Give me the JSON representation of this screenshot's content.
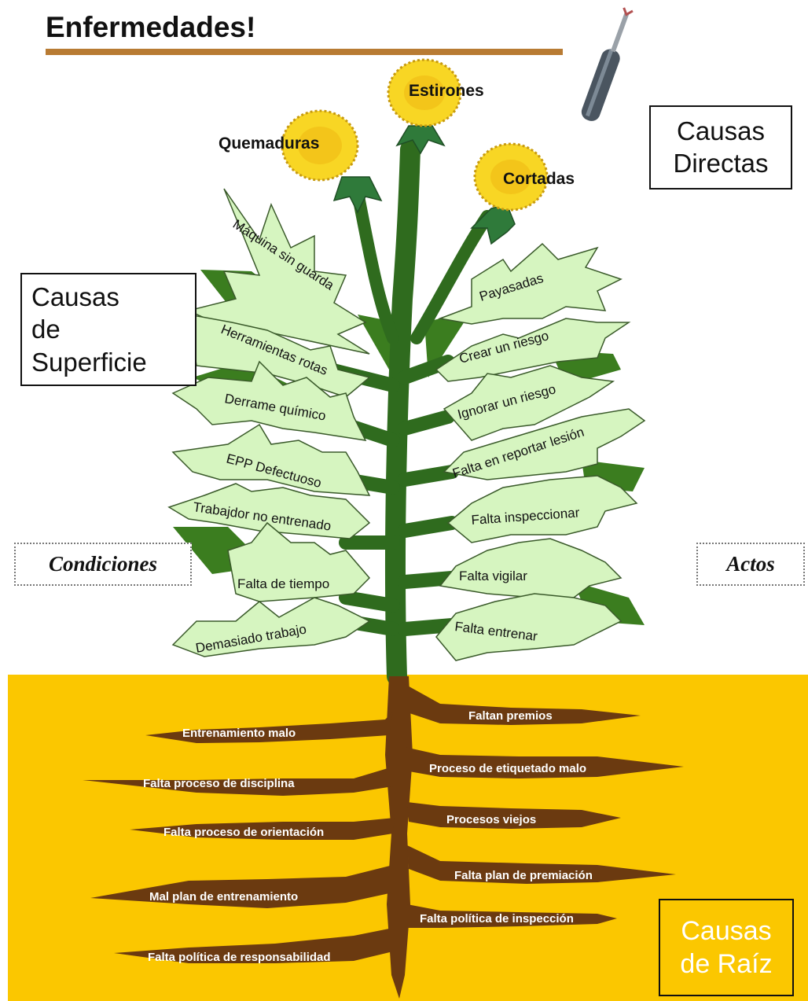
{
  "title_line": "Enfermedades!",
  "boxes": {
    "directas": [
      "Causas",
      "Directas"
    ],
    "superficie": [
      "Causas",
      "de",
      "Superficie"
    ],
    "raiz": [
      "Causas",
      "de Raíz"
    ]
  },
  "side_labels": {
    "left": "Condiciones",
    "right": "Actos"
  },
  "flowers": [
    "Estirones",
    "Quemaduras",
    "Cortadas"
  ],
  "left_leaves": [
    "Máquina sin guarda",
    "Herramientas rotas",
    "Derrame químico",
    "EPP Defectuoso",
    "Trabajdor no entrenado",
    "Falta de tiempo",
    "Demasiado trabajo"
  ],
  "right_leaves": [
    "Payasadas",
    "Crear un riesgo",
    "Ignorar un riesgo",
    "Falta en reportar lesión",
    "Falta inspeccionar",
    "Falta vigilar",
    "Falta entrenar"
  ],
  "left_roots": [
    "Entrenamiento malo",
    "Falta proceso de disciplina",
    "Falta proceso de orientación",
    "Mal plan de entrenamiento",
    "Falta política de responsabilidad"
  ],
  "right_roots": [
    "Faltan premios",
    "Proceso de etiquetado malo",
    "Procesos viejos",
    "Falta plan de premiación",
    "Falta política de inspección"
  ],
  "colors": {
    "soil": "#fbc700",
    "root": "#6b3a10",
    "stem": "#2f6b1e",
    "leaf": "#d6f5c0",
    "leaf_dark": "#3b7d1f",
    "petal": "#f8d624",
    "title_rule": "#b87b33"
  }
}
